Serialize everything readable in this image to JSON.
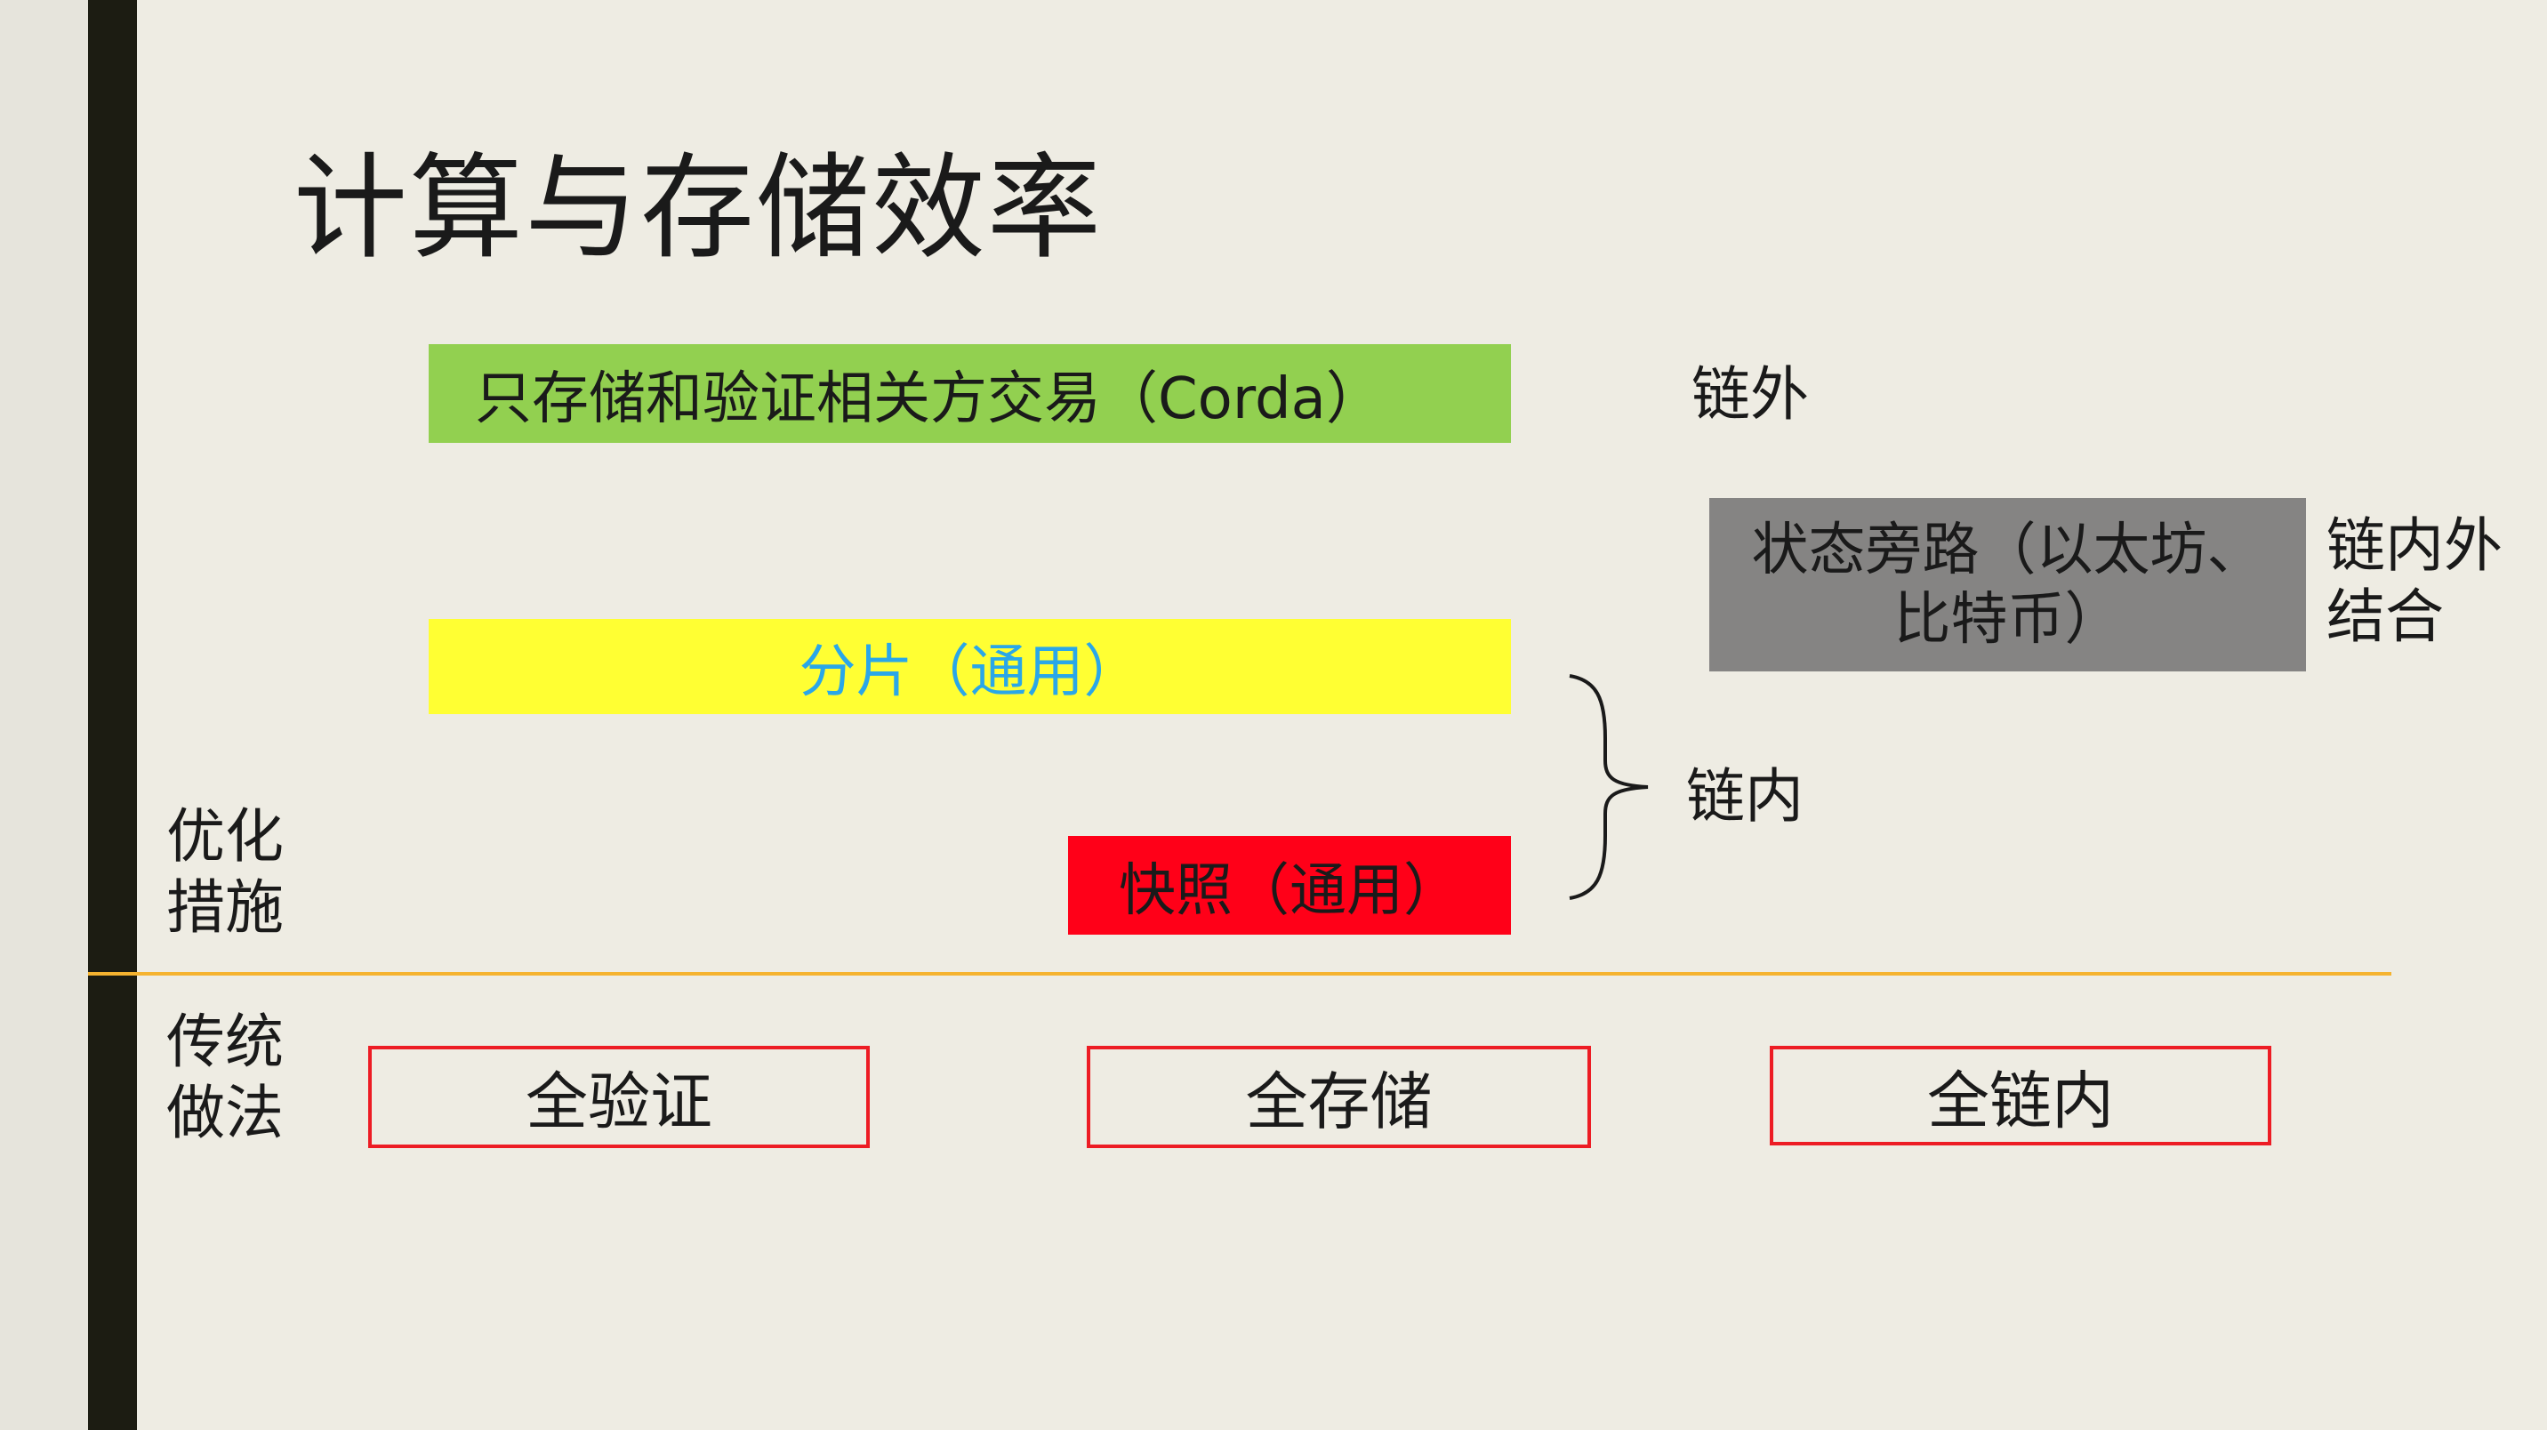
{
  "title": "计算与存储效率",
  "optimizations": {
    "corda": "只存储和验证相关方交易（Corda）",
    "sharding": "分片（通用）",
    "snapshot": "快照（通用）",
    "state_bypass": [
      "状态旁路（以太坊、",
      "比特币）"
    ]
  },
  "labels": {
    "off_chain": "链外",
    "on_off_chain": [
      "链内外",
      "结合"
    ],
    "on_chain": "链内",
    "optimization_measures": [
      "优化",
      "措施"
    ],
    "traditional_approach": [
      "传统",
      "做法"
    ]
  },
  "traditional": {
    "full_verify": "全验证",
    "full_store": "全存储",
    "full_onchain": "全链内"
  },
  "colors": {
    "corda_box": "#92d050",
    "sharding_box": "#ffff33",
    "sharding_text": "#2aa7e8",
    "snapshot_box": "#ff0018",
    "state_box": "#858483",
    "divider": "#f5b330",
    "outline": "#ed1c24"
  }
}
